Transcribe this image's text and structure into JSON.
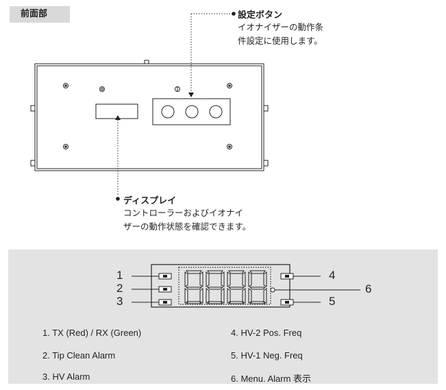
{
  "section_tag": "前面部",
  "callouts": {
    "settings": {
      "title": "設定ボタン",
      "desc": "イオナイザーの動作条\n件設定に使用します。"
    },
    "display": {
      "title": "ディスプレイ",
      "desc": "コントローラーおよびイオナイ\nザーの動作状態を確認できます。"
    }
  },
  "panel": {
    "numbers": [
      "1",
      "2",
      "3",
      "4",
      "5",
      "6"
    ],
    "items": [
      "1. TX (Red) / RX (Green)",
      "2. Tip Clean Alarm",
      "3. HV Alarm",
      "4. HV-2 Pos. Freq",
      "5. HV-1 Neg. Freq",
      "6. Menu. Alarm 表示"
    ]
  },
  "colors": {
    "panel_bg": "#e3e3e3",
    "tag_bg": "#d9d9d9",
    "line": "#231f20"
  }
}
